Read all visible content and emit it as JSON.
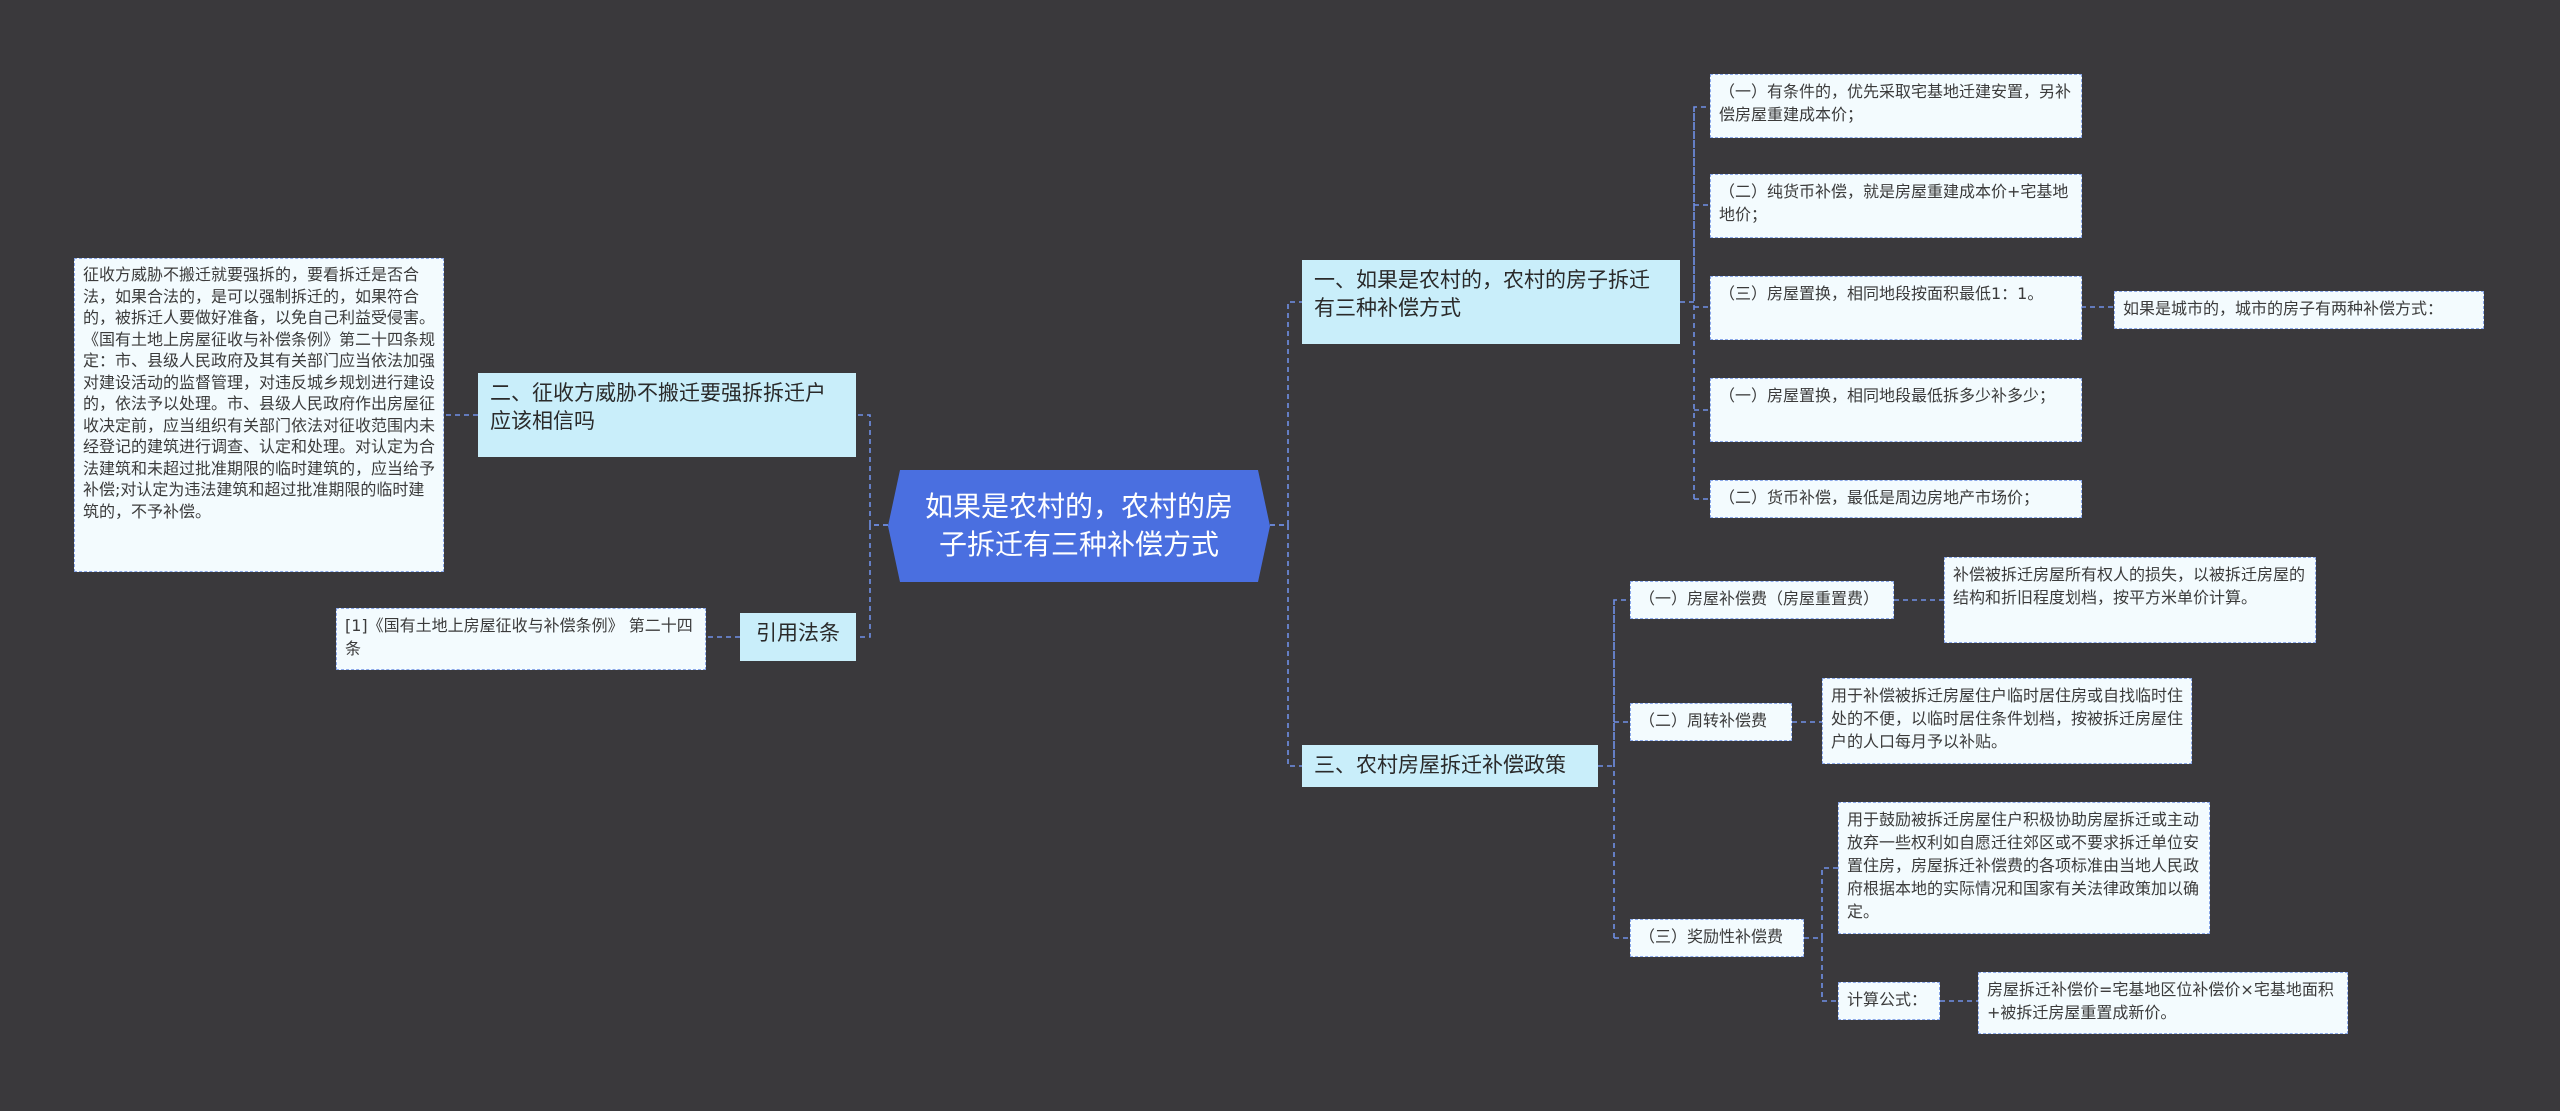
{
  "root": "如果是农村的，农村的房子拆迁有三种补偿方式",
  "branch1": {
    "title": "一、如果是农村的，农村的房子拆迁有三种补偿方式",
    "items": [
      "（一）有条件的，优先采取宅基地迁建安置，另补偿房屋重建成本价；",
      "（二）纯货币补偿，就是房屋重建成本价+宅基地地价；",
      "（三）房屋置换，相同地段按面积最低1：1。",
      "（一）房屋置换，相同地段最低拆多少补多少；",
      "（二）货币补偿，最低是周边房地产市场价；"
    ],
    "side_note": "如果是城市的，城市的房子有两种补偿方式："
  },
  "branch3": {
    "title": "三、农村房屋拆迁补偿政策",
    "items": [
      {
        "label": "（一）房屋补偿费（房屋重置费）",
        "detail": "补偿被拆迁房屋所有权人的损失，以被拆迁房屋的结构和折旧程度划档，按平方米单价计算。"
      },
      {
        "label": "（二）周转补偿费",
        "detail": "用于补偿被拆迁房屋住户临时居住房或自找临时住处的不便，以临时居住条件划档，按被拆迁房屋住户的人口每月予以补贴。"
      },
      {
        "label": "（三）奖励性补偿费",
        "detail": "用于鼓励被拆迁房屋住户积极协助房屋拆迁或主动放弃一些权利如自愿迁往郊区或不要求拆迁单位安置住房，房屋拆迁补偿费的各项标准由当地人民政府根据本地的实际情况和国家有关法律政策加以确定。",
        "formula_label": "计算公式：",
        "formula": "房屋拆迁补偿价=宅基地区位补偿价×宅基地面积+被拆迁房屋重置成新价。"
      }
    ]
  },
  "branch2": {
    "title": "二、征收方威胁不搬迁要强拆拆迁户应该相信吗",
    "detail": "征收方威胁不搬迁就要强拆的，要看拆迁是否合法，如果合法的，是可以强制拆迁的，如果符合的，被拆迁人要做好准备，以免自己利益受侵害。《国有土地上房屋征收与补偿条例》第二十四条规定：市、县级人民政府及其有关部门应当依法加强对建设活动的监督管理，对违反城乡规划进行建设的，依法予以处理。市、县级人民政府作出房屋征收决定前，应当组织有关部门依法对征收范围内未经登记的建筑进行调查、认定和处理。对认定为合法建筑和未超过批准期限的临时建筑的，应当给予补偿;对认定为违法建筑和超过批准期限的临时建筑的，不予补偿。"
  },
  "branch4": {
    "title": "引用法条",
    "detail": "[1]《国有土地上房屋征收与补偿条例》 第二十四条"
  }
}
